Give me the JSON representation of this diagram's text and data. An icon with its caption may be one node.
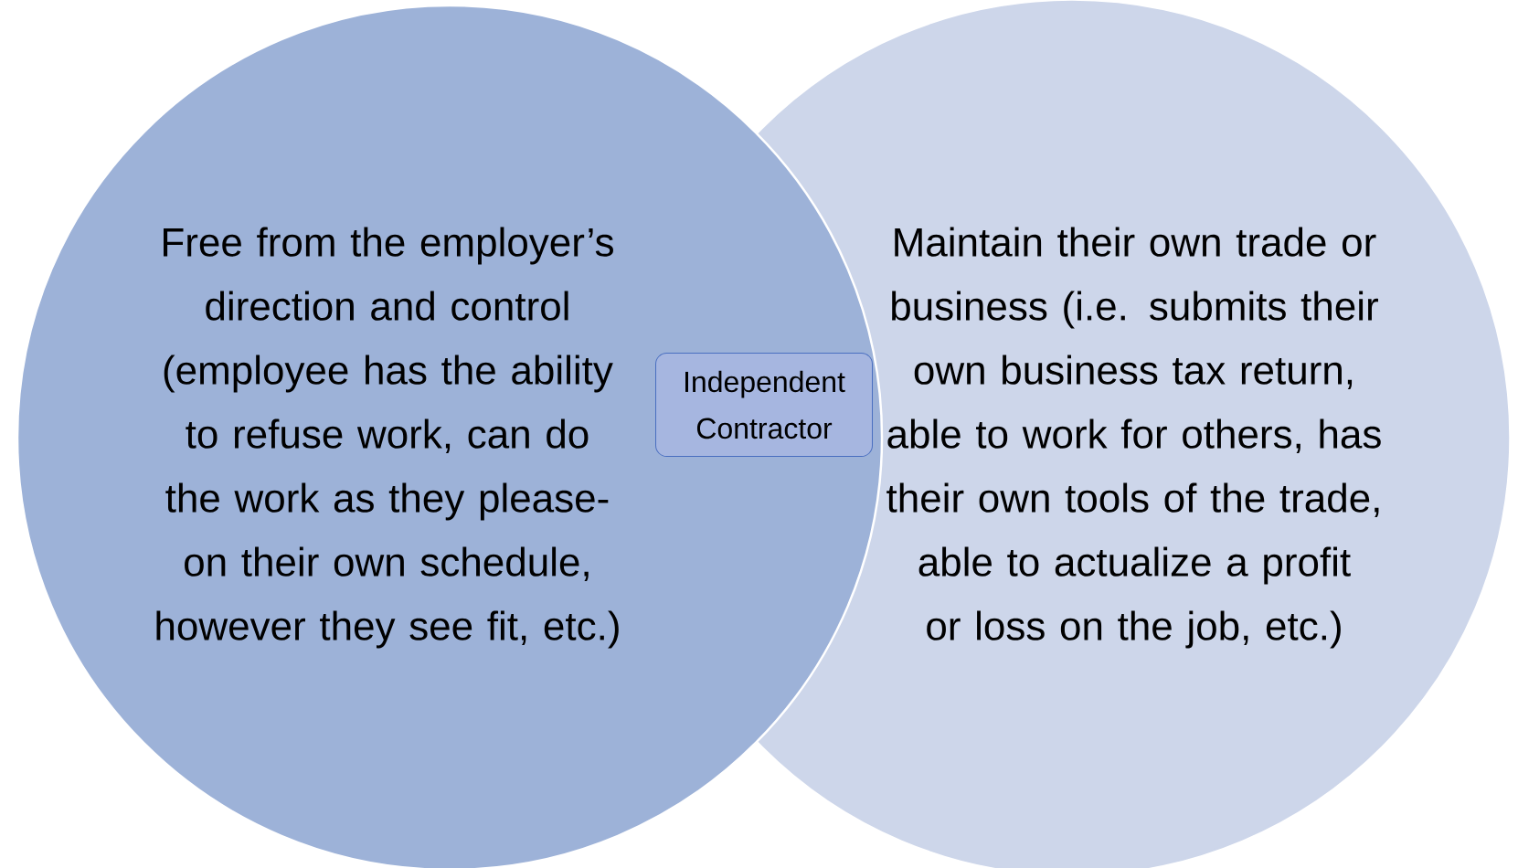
{
  "diagram": {
    "nodes": [
      {
        "text": [
          "Free from the employer’s direction and control (employee has the ability to refuse work, can do the work as they please- on their own schedule, however they see fit, etc.)"
        ]
      },
      {
        "text": [
          "Maintain their own trade or business (i.e. submits their own business tax return, able to work for others, has their own tools of the trade, able to actualize a profit or loss on the job, etc.)"
        ]
      },
      {
        "text": [
          "Independent Contractor"
        ]
      }
    ]
  }
}
